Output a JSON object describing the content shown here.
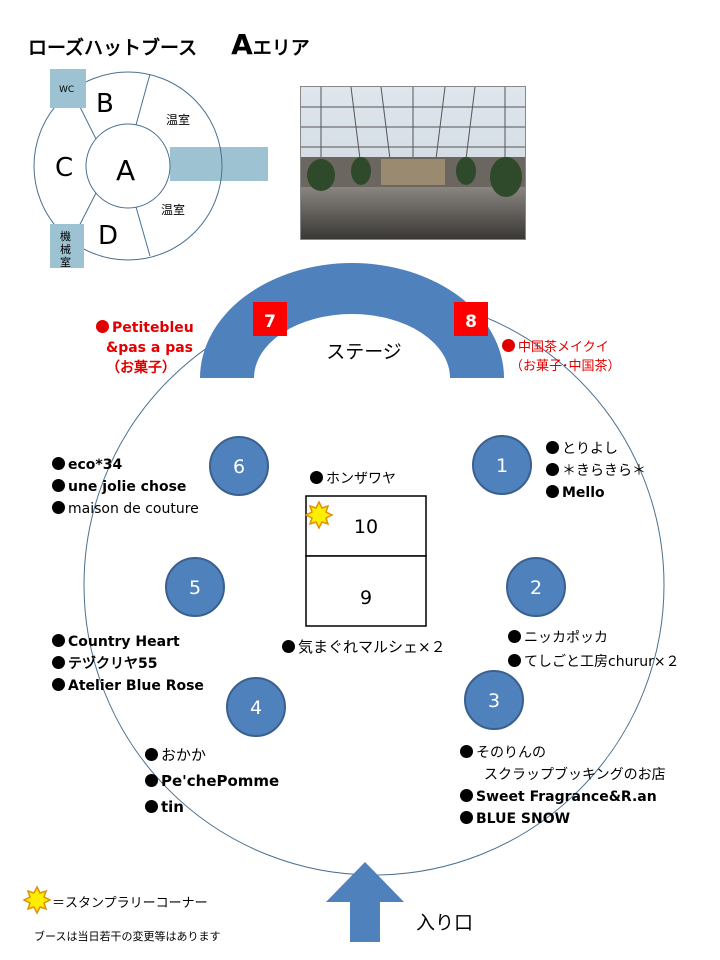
{
  "title": {
    "main": "ローズハットブース",
    "area_letter": "A",
    "area_suffix": "エリア"
  },
  "mini_map": {
    "sections": [
      "A",
      "B",
      "C",
      "D"
    ],
    "wc": "WC",
    "greenhouse_top": "温室",
    "greenhouse_bottom": "温室",
    "machine_room": [
      "機",
      "械",
      "室"
    ]
  },
  "stage": {
    "label": "ステージ",
    "booth_left": "7",
    "booth_right": "8"
  },
  "booth_7_vendor": {
    "lines": [
      "Petitebleu",
      "&pas a pas",
      "（お菓子）"
    ]
  },
  "booth_8_vendor": {
    "lines": [
      "中国茶メイクイ",
      "（お菓子･中国茶）"
    ]
  },
  "booths": [
    "1",
    "2",
    "3",
    "4",
    "5",
    "6"
  ],
  "center_booths": {
    "upper": "10",
    "lower": "9"
  },
  "vendors": {
    "booth_1": [
      "とりよし",
      "＊きらきら＊",
      "Mello"
    ],
    "booth_2": [
      "ニッカポッカ",
      "てしごと工房churur×２"
    ],
    "booth_3": [
      "そのりんの",
      "スクラップブッキングのお店",
      "Sweet  Fragrance&R.an",
      "BLUE SNOW"
    ],
    "booth_4": [
      "おかか",
      "Pe'chePomme",
      "tin"
    ],
    "booth_5": [
      "Country  Heart",
      "テヅクリヤ55",
      "Atelier Blue Rose"
    ],
    "booth_6": [
      "eco*34",
      "une jolie chose",
      "maison de  couture"
    ],
    "center_top": "ホンザワヤ",
    "center_bottom": "気まぐれマルシェ×２"
  },
  "legend": {
    "stamp_text": "＝スタンプラリーコーナー",
    "note": "ブースは当日若干の変更等はあります"
  },
  "entrance": {
    "label": "入り口"
  },
  "colors": {
    "booth_blue": "#4f81bd",
    "stage_blue": "#4f81bd",
    "red": "#e00000",
    "wc_box": "#9dc3d3"
  }
}
